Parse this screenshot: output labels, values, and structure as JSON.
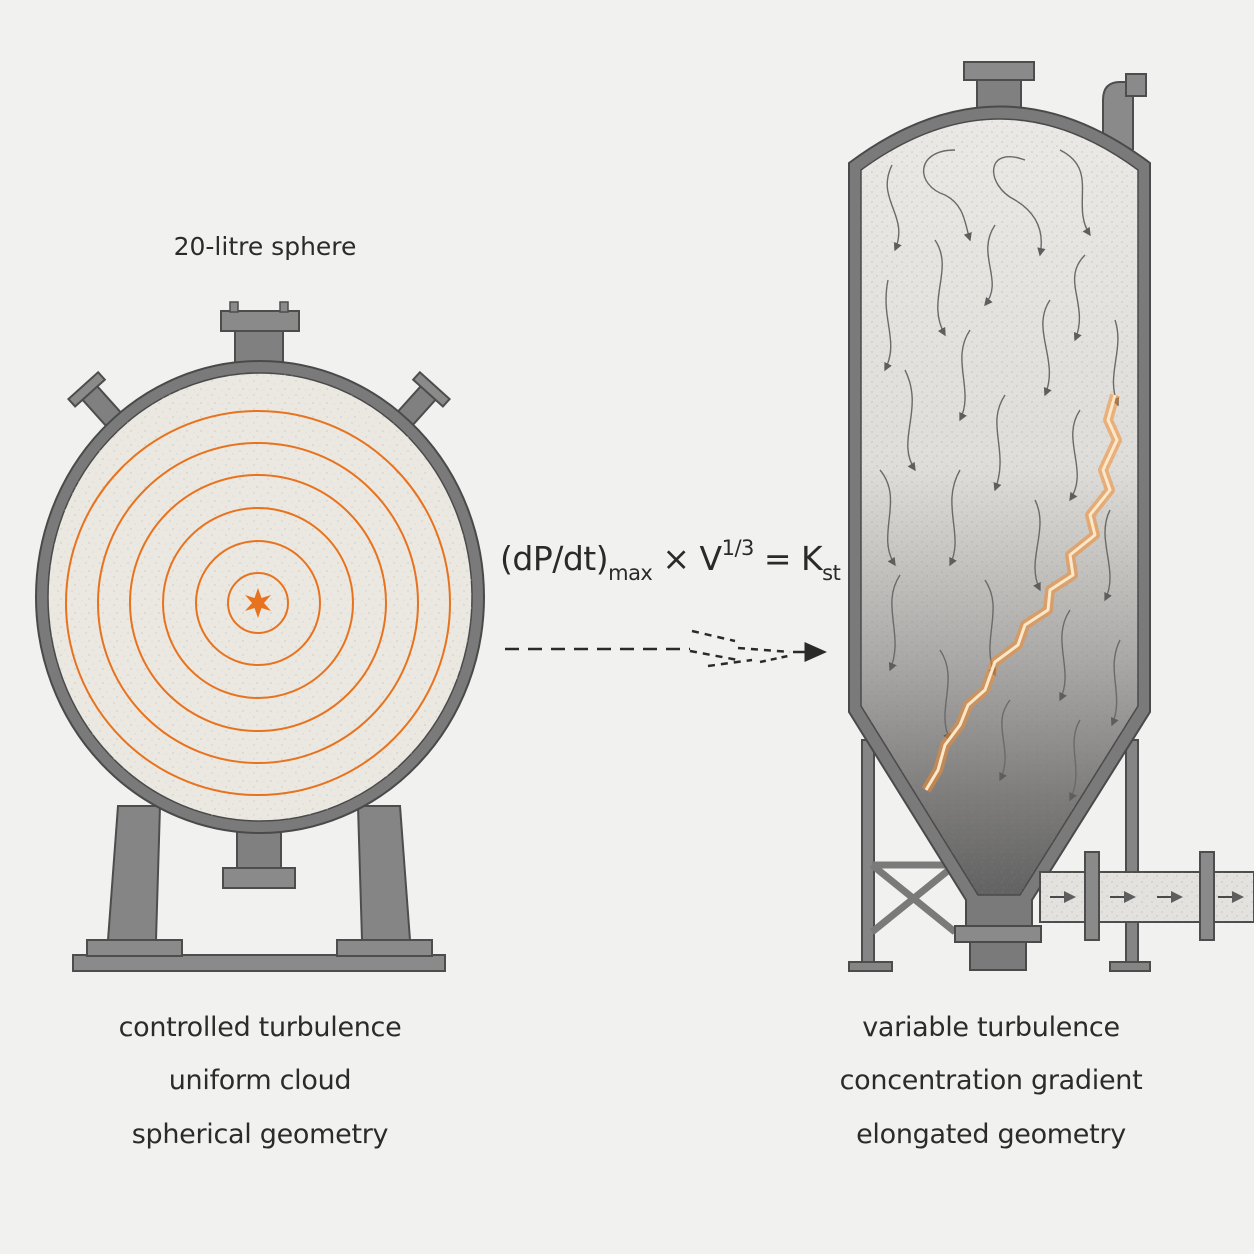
{
  "left_vessel": {
    "title": "20-litre sphere",
    "captions": [
      "controlled turbulence",
      "uniform cloud",
      "spherical geometry"
    ]
  },
  "right_vessel": {
    "captions": [
      "variable turbulence",
      "concentration gradient",
      "elongated geometry"
    ]
  },
  "formula": {
    "lhs": "(dP/dt)",
    "lhs_sub": "max",
    "times": " × V",
    "exp": "1/3",
    "equals": " = K",
    "rhs_sub": "st"
  },
  "colors": {
    "background": "#f1f1f0",
    "steel": "#7d7d7d",
    "steel_dark": "#5a5a5a",
    "flame": "#e8731e",
    "dust_light": "#ebe9e5",
    "dust_dark": "#6f6f6f"
  },
  "icons": [
    "ignition-star-icon",
    "flow-arrow-icon",
    "turbulence-swirl-icon",
    "flame-front-icon"
  ]
}
